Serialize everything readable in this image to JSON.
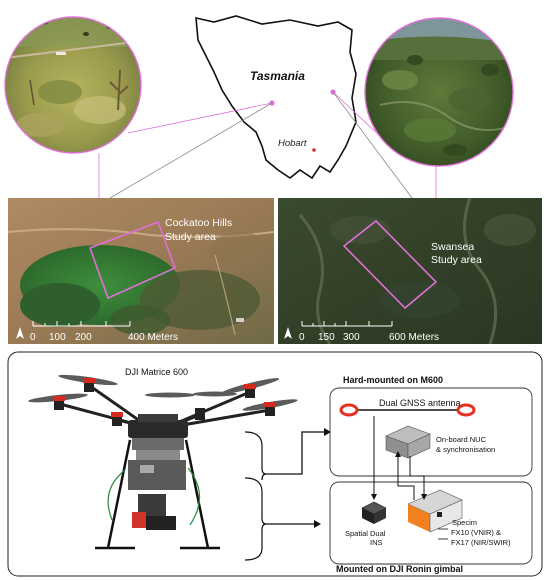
{
  "map": {
    "region_label": "Tasmania",
    "city_label": "Hobart"
  },
  "site_left": {
    "label_line1": "Cockatoo Hills",
    "label_line2": "Study area",
    "scale_ticks": [
      "0",
      "100",
      "200"
    ],
    "scale_end": "400 Meters"
  },
  "site_right": {
    "label_line1": "Swansea",
    "label_line2": "Study area",
    "scale_ticks": [
      "0",
      "150",
      "300"
    ],
    "scale_end": "600 Meters"
  },
  "platform": {
    "drone_label": "DJI Matrice 600",
    "hard_mount_title": "Hard-mounted on M600",
    "antenna_label": "Dual GNSS antenna",
    "nuc_line1": "On-board NUC",
    "nuc_line2": "& synchronisation",
    "ins_line1": "Spatial Dual",
    "ins_line2": "INS",
    "specim_line1": "Specim",
    "specim_line2": "FX10 (VNIR) &",
    "specim_line3": "FX17 (NIR/SWIR)",
    "gimbal_title": "Mounted on DJI Ronin gimbal"
  },
  "colors": {
    "accent_magenta": "#e070d8",
    "antenna_red": "#e53020",
    "specim_orange": "#f08020"
  }
}
